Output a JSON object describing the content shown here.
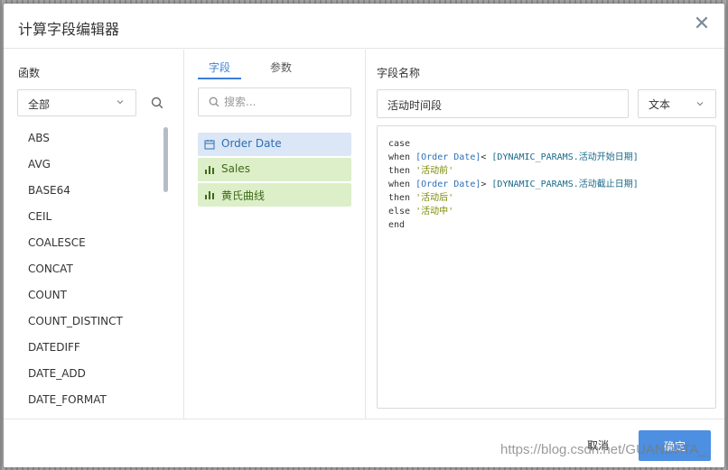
{
  "dialog": {
    "title": "计算字段编辑器",
    "close_glyph": "✕"
  },
  "left": {
    "label": "函数",
    "category_select": {
      "value": "全部"
    },
    "functions": [
      "ABS",
      "AVG",
      "BASE64",
      "CEIL",
      "COALESCE",
      "CONCAT",
      "COUNT",
      "COUNT_DISTINCT",
      "DATEDIFF",
      "DATE_ADD",
      "DATE_FORMAT"
    ]
  },
  "middle": {
    "tabs": [
      {
        "label": "字段",
        "active": true
      },
      {
        "label": "参数",
        "active": false
      }
    ],
    "search": {
      "placeholder": "搜索..."
    },
    "fields": [
      {
        "label": "Order Date",
        "kind": "dimension",
        "icon": "date-field-icon"
      },
      {
        "label": "Sales",
        "kind": "measure",
        "icon": "measure-bar-icon"
      },
      {
        "label": "黄氏曲线",
        "kind": "measure",
        "icon": "measure-bar-icon"
      }
    ]
  },
  "right": {
    "name_label": "字段名称",
    "name_value": "活动时间段",
    "type_select": {
      "value": "文本"
    },
    "code_lines": [
      [
        {
          "t": "case",
          "c": "kw"
        }
      ],
      [
        {
          "t": "when ",
          "c": "kw"
        },
        {
          "t": "[Order Date]",
          "c": "field"
        },
        {
          "t": "< ",
          "c": "kw"
        },
        {
          "t": "[DYNAMIC_PARAMS.活动开始日期]",
          "c": "param"
        }
      ],
      [
        {
          "t": "then ",
          "c": "kw"
        },
        {
          "t": "'活动前'",
          "c": "str"
        }
      ],
      [
        {
          "t": "when ",
          "c": "kw"
        },
        {
          "t": "[Order Date]",
          "c": "field"
        },
        {
          "t": "> ",
          "c": "kw"
        },
        {
          "t": "[DYNAMIC_PARAMS.活动截止日期]",
          "c": "param"
        }
      ],
      [
        {
          "t": "then ",
          "c": "kw"
        },
        {
          "t": "'活动后'",
          "c": "str"
        }
      ],
      [
        {
          "t": "else ",
          "c": "kw"
        },
        {
          "t": "'活动中'",
          "c": "str"
        }
      ],
      [
        {
          "t": "end",
          "c": "kw"
        }
      ]
    ]
  },
  "footer": {
    "cancel_label": "取消",
    "ok_label": "确定"
  },
  "watermark": "https://blog.csdn.net/GUANDATA_",
  "colors": {
    "accent": "#4d8fe0",
    "dimension_bg": "#dbe7f6",
    "measure_bg": "#dcefc9"
  }
}
